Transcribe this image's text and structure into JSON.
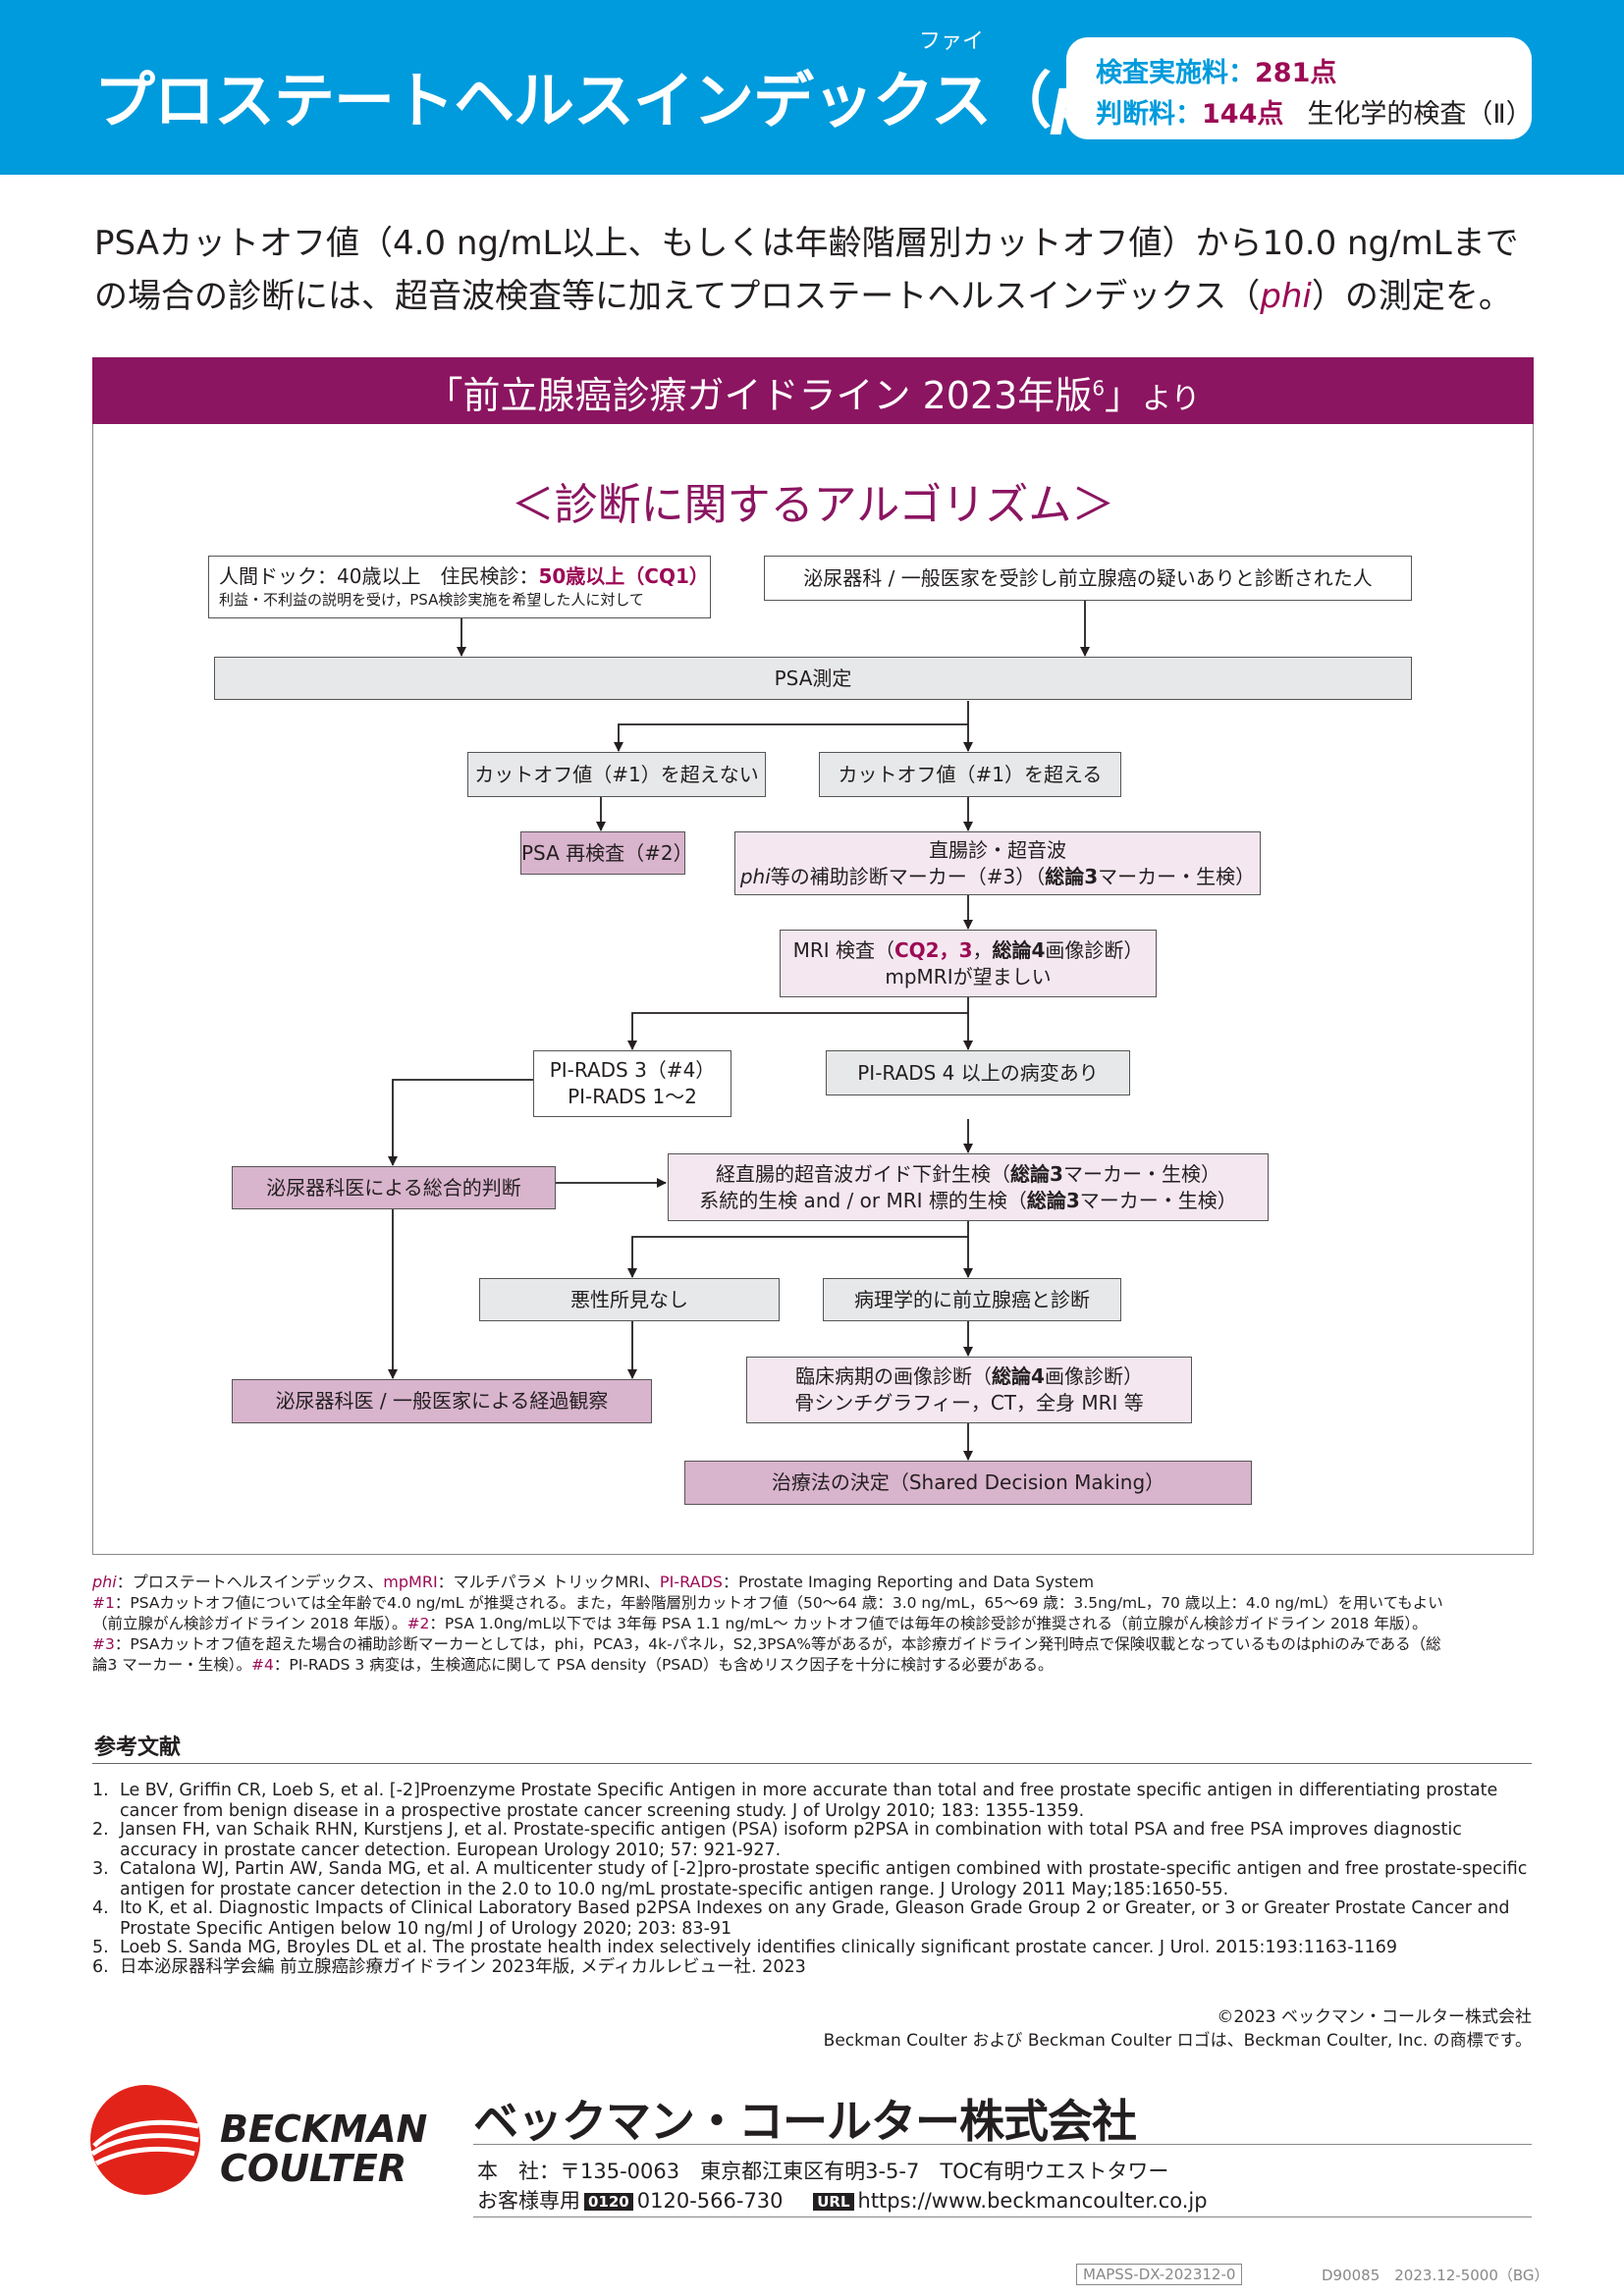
{
  "header": {
    "title_main": "プロステートヘルスインデックス（",
    "title_phi": "phi",
    "title_close": "）",
    "ruby": "ファイ",
    "fee1_label": "検査実施料：",
    "fee1_value": "281点",
    "fee2_label": "判断料：",
    "fee2_value": "144点",
    "fee2_extra": "生化学的検査（Ⅱ）"
  },
  "intro": {
    "line1": "PSAカットオフ値（4.0 ng/mL以上、もしくは年齢階層別カットオフ値）から10.0 ng/mLまで",
    "line2_a": "の場合の診断には、超音波検査等に加えてプロステートヘルスインデックス（",
    "line2_phi": "phi",
    "line2_b": "）の測定を。"
  },
  "guideline": {
    "title": "「前立腺癌診療ガイドライン 2023年版",
    "sup": "6",
    "close": "」",
    "suffix": "より",
    "algo_title": "＜診断に関するアルゴリズム＞"
  },
  "flow": {
    "dock_l1a": "人間ドック：40歳以上　住民検診：",
    "dock_l1b": "50歳以上（CQ1）",
    "dock_l2": "利益・不利益の説明を受け，PSA検診実施を希望した人に対して",
    "suspect": "泌尿器科 / 一般医家を受診し前立腺癌の疑いありと診断された人",
    "psa": "PSA測定",
    "under": "カットオフ値（#1）を超えない",
    "over": "カットオフ値（#1）を超える",
    "retest": "PSA 再検査（#2）",
    "dre_l1": "直腸診・超音波",
    "dre_l2a": "phi",
    "dre_l2b": "等の補助診断マーカー（#3）（",
    "dre_l2c": "総論3",
    "dre_l2d": "マーカー・生検）",
    "mri_a": "MRI 検査（",
    "mri_b": "CQ2，3",
    "mri_c": "，",
    "mri_d": "総論4",
    "mri_e": "画像診断）",
    "mri_l2": "mpMRIが望ましい",
    "pirads3_l1": "PI-RADS 3（#4）",
    "pirads3_l2": "PI-RADS 1～2",
    "pirads4": "PI-RADS 4 以上の病変あり",
    "judge": "泌尿器科医による総合的判断",
    "biopsy_l1a": "経直腸的超音波ガイド下針生検（",
    "biopsy_l1b": "総論3",
    "biopsy_l1c": "マーカー・生検）",
    "biopsy_l2a": "系統的生検 and / or MRI 標的生検（",
    "biopsy_l2b": "総論3",
    "biopsy_l2c": "マーカー・生検）",
    "no_malig": "悪性所見なし",
    "diag": "病理学的に前立腺癌と診断",
    "observe": "泌尿器科医 / 一般医家による経過観察",
    "stage_l1a": "臨床病期の画像診断（",
    "stage_l1b": "総論4",
    "stage_l1c": "画像診断）",
    "stage_l2": "骨シンチグラフィー，CT，全身 MRI 等",
    "decision": "治療法の決定（Shared Decision Making）"
  },
  "footnotes": {
    "l1_k1": "phi",
    "l1_t1": "：プロステートヘルスインデックス、",
    "l1_k2": "mpMRI",
    "l1_t2": "：マルチパラメ トリックMRI、",
    "l1_k3": "PI-RADS",
    "l1_t3": "：Prostate Imaging Reporting and Data System",
    "l2_k": "#1",
    "l2_t": "：PSAカットオフ値については全年齢で4.0 ng/mL が推奨される。また，年齢階層別カットオフ値（50～64 歳：3.0 ng/mL，65～69 歳：3.5ng/mL，70 歳以上：4.0 ng/mL）を用いてもよい",
    "l3_t1": "（前立腺がん検診ガイドライン 2018 年版）。",
    "l3_k": "#2",
    "l3_t2": "：PSA 1.0ng/mL以下では 3年毎 PSA 1.1 ng/mL～ カットオフ値では毎年の検診受診が推奨される（前立腺がん検診ガイドライン 2018 年版）。",
    "l4_k": "#3",
    "l4_t": "：PSAカットオフ値を超えた場合の補助診断マーカーとしては，phi，PCA3，4k-パネル，S2,3PSA%等があるが，本診療ガイドライン発刊時点で保険収載となっているものはphiのみである（総",
    "l5_t1": "論3 マーカー・生検）。",
    "l5_k": "#4",
    "l5_t2": "：PI-RADS 3 病変は，生検適応に関して PSA density（PSAD）も含めリスク因子を十分に検討する必要がある。"
  },
  "references": {
    "heading": "参考文献",
    "items": [
      {
        "n": "1.",
        "t": "Le BV, Griffin CR, Loeb S, et al. [-2]Proenzyme Prostate Specific Antigen in more accurate than total and free prostate specific antigen in differentiating prostate cancer from benign disease in a prospective prostate cancer screening study. J of Urolgy 2010; 183: 1355-1359."
      },
      {
        "n": "2.",
        "t": "Jansen FH, van Schaik RHN, Kurstjens J, et al. Prostate-specific antigen (PSA) isoform p2PSA in combination with total PSA and free PSA improves diagnostic accuracy in prostate cancer detection. European Urology 2010; 57: 921-927."
      },
      {
        "n": "3.",
        "t": "Catalona WJ, Partin AW, Sanda MG, et al. A multicenter study of [-2]pro-prostate specific antigen combined with prostate-specific antigen and free prostate-specific antigen for prostate cancer detection in the 2.0 to 10.0 ng/mL prostate-specific antigen range. J Urology 2011 May;185:1650-55."
      },
      {
        "n": "4.",
        "t": "Ito K, et al. Diagnostic Impacts of Clinical Laboratory Based p2PSA Indexes on any Grade, Gleason Grade Group 2 or Greater, or 3 or Greater Prostate Cancer and Prostate Specific Antigen below 10 ng/ml J of Urology 2020; 203: 83-91"
      },
      {
        "n": "5.",
        "t": "Loeb S. Sanda MG, Broyles DL et al. The prostate health index selectively identifies clinically significant prostate cancer. J Urol. 2015:193:1163-1169"
      },
      {
        "n": "6.",
        "t": "日本泌尿器科学会編 前立腺癌診療ガイドライン 2023年版, メディカルレビュー社. 2023"
      }
    ]
  },
  "legal": {
    "copyright": "©2023 ベックマン・コールター株式会社",
    "trademark": "Beckman Coulter および Beckman Coulter ロゴは、Beckman Coulter, Inc. の商標です。"
  },
  "company": {
    "logo_line1": "BECKMAN",
    "logo_line2": "COULTER",
    "name": "ベックマン・コールター株式会社",
    "address": "本　社：〒135-0063　東京都江東区有明3-5-7　TOC有明ウエストタワー",
    "contact_label": "お客様専用",
    "tag_free": "0120",
    "phone": "0120-566-730",
    "tag_url": "URL",
    "url": "https://www.beckmancoulter.co.jp",
    "doc_code": "MAPSS-DX-202312-0",
    "print_info": "D90085　2023.12-5000（BG）"
  },
  "colors": {
    "header_blue": "#009bdc",
    "guideline_magenta": "#8b1561",
    "accent_magenta": "#9c0a55",
    "logo_red": "#e2231a"
  }
}
